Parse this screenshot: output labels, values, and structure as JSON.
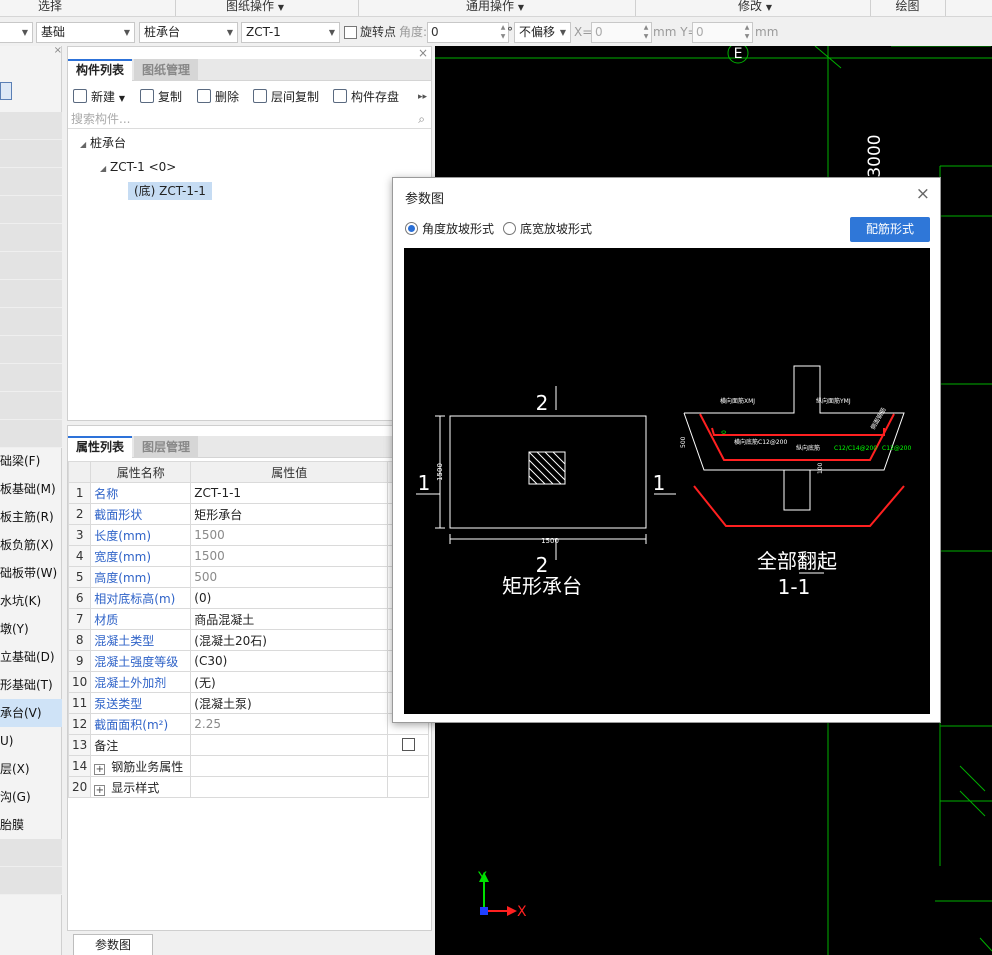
{
  "ribbon": {
    "select": "选择",
    "drawing_ops": "图纸操作",
    "general_ops": "通用操作",
    "modify": "修改",
    "draw": "绘图"
  },
  "toolbar": {
    "floor_combo": "基础",
    "type_combo": "桩承台",
    "component_combo": "ZCT-1",
    "rotate_label": "旋转点",
    "angle_label": "角度:",
    "angle_value": "0",
    "deg_unit": "°",
    "offset_combo": "不偏移",
    "x_label": "X=",
    "x_value": "0",
    "mm_y_label": "mm Y=",
    "y_value": "0",
    "mm_label": "mm"
  },
  "leftnav": {
    "items": [
      "础梁(F)",
      "板基础(M)",
      "板主筋(R)",
      "板负筋(X)",
      "础板带(W)",
      "水坑(K)",
      "墩(Y)",
      "立基础(D)",
      "形基础(T)",
      "承台(V)",
      "U)",
      "层(X)",
      "沟(G)",
      "胎膜"
    ]
  },
  "comp_panel": {
    "tabs": [
      "构件列表",
      "图纸管理"
    ],
    "buttons": [
      "新建",
      "复制",
      "删除",
      "层间复制",
      "构件存盘"
    ],
    "search_placeholder": "搜索构件...",
    "tree": {
      "root": "桩承台",
      "child": "ZCT-1 <0>",
      "leaf": "(底) ZCT-1-1"
    }
  },
  "prop_panel": {
    "tabs": [
      "属性列表",
      "图层管理"
    ],
    "headers": {
      "name": "属性名称",
      "value": "属性值"
    },
    "rows": [
      {
        "no": "1",
        "name": "名称",
        "value": "ZCT-1-1"
      },
      {
        "no": "2",
        "name": "截面形状",
        "value": "矩形承台"
      },
      {
        "no": "3",
        "name": "长度(mm)",
        "value": "1500"
      },
      {
        "no": "4",
        "name": "宽度(mm)",
        "value": "1500"
      },
      {
        "no": "5",
        "name": "高度(mm)",
        "value": "500"
      },
      {
        "no": "6",
        "name": "相对底标高(m)",
        "value": "(0)"
      },
      {
        "no": "7",
        "name": "材质",
        "value": "商品混凝土"
      },
      {
        "no": "8",
        "name": "混凝土类型",
        "value": "(混凝土20石)"
      },
      {
        "no": "9",
        "name": "混凝土强度等级",
        "value": "(C30)"
      },
      {
        "no": "10",
        "name": "混凝土外加剂",
        "value": "(无)"
      },
      {
        "no": "11",
        "name": "泵送类型",
        "value": "(混凝土泵)"
      },
      {
        "no": "12",
        "name": "截面面积(m²)",
        "value": "2.25"
      },
      {
        "no": "13",
        "name": "备注",
        "value": ""
      },
      {
        "no": "14",
        "name": "钢筋业务属性",
        "value": ""
      },
      {
        "no": "20",
        "name": "显示样式",
        "value": ""
      }
    ]
  },
  "bottom_tab": "参数图",
  "cad": {
    "axis_label": "E",
    "dim_3000": "3000",
    "ucs_x": "X",
    "ucs_y": "Y"
  },
  "dialog": {
    "title": "参数图",
    "close": "×",
    "radio_angle": "角度放坡形式",
    "radio_width": "底宽放坡形式",
    "rebar_button": "配筋形式",
    "drawing": {
      "sec2_top": "2",
      "sec2_bottom": "2",
      "sec1_left": "1",
      "sec1_right": "1",
      "dim_width": "1500",
      "dim_height": "1500",
      "plan_caption": "矩形承台",
      "section_caption": "全部翻起",
      "section_name": "1-1",
      "lbl_transverse_top": "横向面筋XMJ",
      "lbl_longitudinal_top": "纵向面筋YMJ",
      "lbl_transverse_bottom": "横向底筋C12@200",
      "lbl_longitudinal_bottom": "纵向底筋",
      "lbl_c12": "C12/C14@200",
      "lbl_c12_right": "C12@200",
      "lbl_side": "侧面钢筋",
      "lbl_500": "500",
      "lbl_100": "100",
      "lbl_0": "0"
    }
  },
  "colors": {
    "accent": "#2f77d8",
    "cad_green": "#00c000",
    "rebar_red": "#ff2020",
    "label_blue": "#2f63c8"
  }
}
